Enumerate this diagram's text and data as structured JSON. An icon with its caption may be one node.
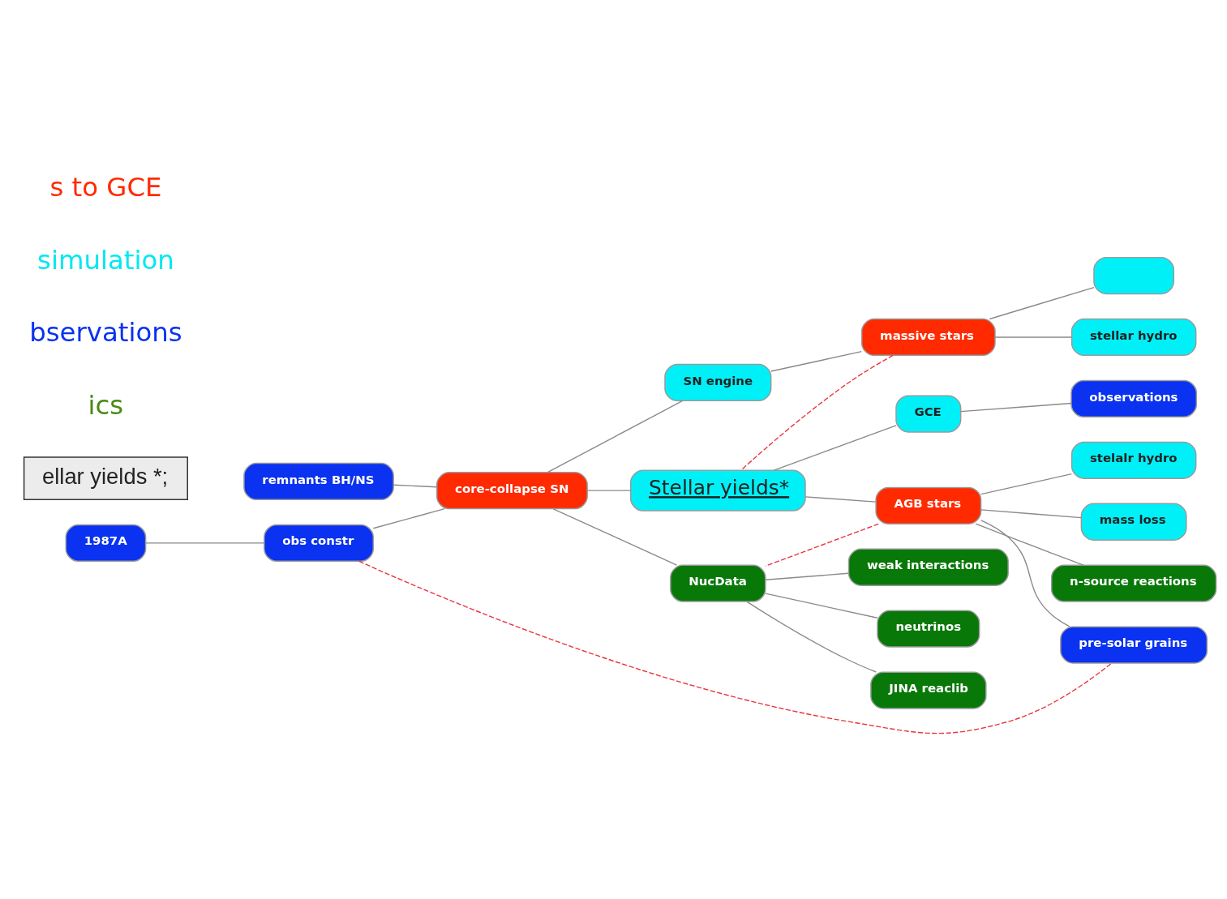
{
  "diagram": {
    "nodes": [
      {
        "text": [
          "massive stars"
        ]
      },
      {
        "text": [],
        "shape": "box"
      },
      {
        "text": [
          "stellar hydro"
        ]
      },
      {
        "text": [
          "SN engine"
        ]
      },
      {
        "text": [
          "GCE"
        ]
      },
      {
        "text": [
          "observations"
        ]
      },
      {
        "text": [
          "1987A"
        ]
      },
      {
        "text": [
          "obs constr"
        ]
      },
      {
        "text": [
          "Stellar yields*"
        ]
      },
      {
        "text": [
          "stelalr hydro"
        ]
      },
      {
        "text": [
          "core-collapse SN"
        ]
      },
      {
        "text": [
          "mass loss"
        ]
      },
      {
        "text": [
          "AGB stars"
        ]
      },
      {
        "text": [
          "n-source reactions"
        ]
      },
      {
        "text": [
          "weak interactions"
        ]
      },
      {
        "text": [
          "remnants BH/NS"
        ]
      },
      {
        "text": [
          "pre-solar grains"
        ]
      },
      {
        "text": [
          "NucData"
        ]
      },
      {
        "text": [
          "neutrinos"
        ]
      },
      {
        "text": [
          "JINA reaclib"
        ]
      },
      {
        "text": [
          "ellar yields *;"
        ]
      }
    ],
    "edges": [
      {
        "from": 0,
        "to": 1,
        "arrow": "none"
      },
      {
        "from": 0,
        "to": 2,
        "arrow": "none"
      },
      {
        "from": 3,
        "to": 0,
        "arrow": "none"
      },
      {
        "from": 10,
        "to": 3,
        "arrow": "none"
      },
      {
        "from": 7,
        "to": 10,
        "arrow": "none"
      },
      {
        "from": 6,
        "to": 7,
        "arrow": "none"
      },
      {
        "from": 10,
        "to": 8,
        "arrow": "none"
      },
      {
        "from": 15,
        "to": 10,
        "arrow": "none"
      },
      {
        "from": 10,
        "to": 17,
        "arrow": "none"
      },
      {
        "from": 8,
        "to": 4,
        "arrow": "none"
      },
      {
        "from": 4,
        "to": 5,
        "arrow": "none"
      },
      {
        "from": 8,
        "to": 12,
        "arrow": "none"
      },
      {
        "from": 12,
        "to": 9,
        "arrow": "none"
      },
      {
        "from": 12,
        "to": 11,
        "arrow": "none"
      },
      {
        "from": 12,
        "to": 13,
        "arrow": "none"
      },
      {
        "from": 12,
        "to": 16,
        "arrow": "none"
      },
      {
        "from": 17,
        "to": 14,
        "arrow": "none"
      },
      {
        "from": 17,
        "to": 18,
        "arrow": "none"
      },
      {
        "from": 17,
        "to": 19,
        "arrow": "none"
      },
      {
        "from": 0,
        "to": 8,
        "arrow": "none",
        "style": "dashed",
        "color": "#e8343f"
      },
      {
        "from": 7,
        "to": 16,
        "arrow": "none",
        "style": "dashed",
        "color": "#e8343f"
      },
      {
        "from": 12,
        "to": 17,
        "arrow": "none",
        "style": "dashed",
        "color": "#e8343f"
      }
    ],
    "labels": [
      "s to GCE",
      "simulation",
      "bservations",
      "ics"
    ]
  }
}
